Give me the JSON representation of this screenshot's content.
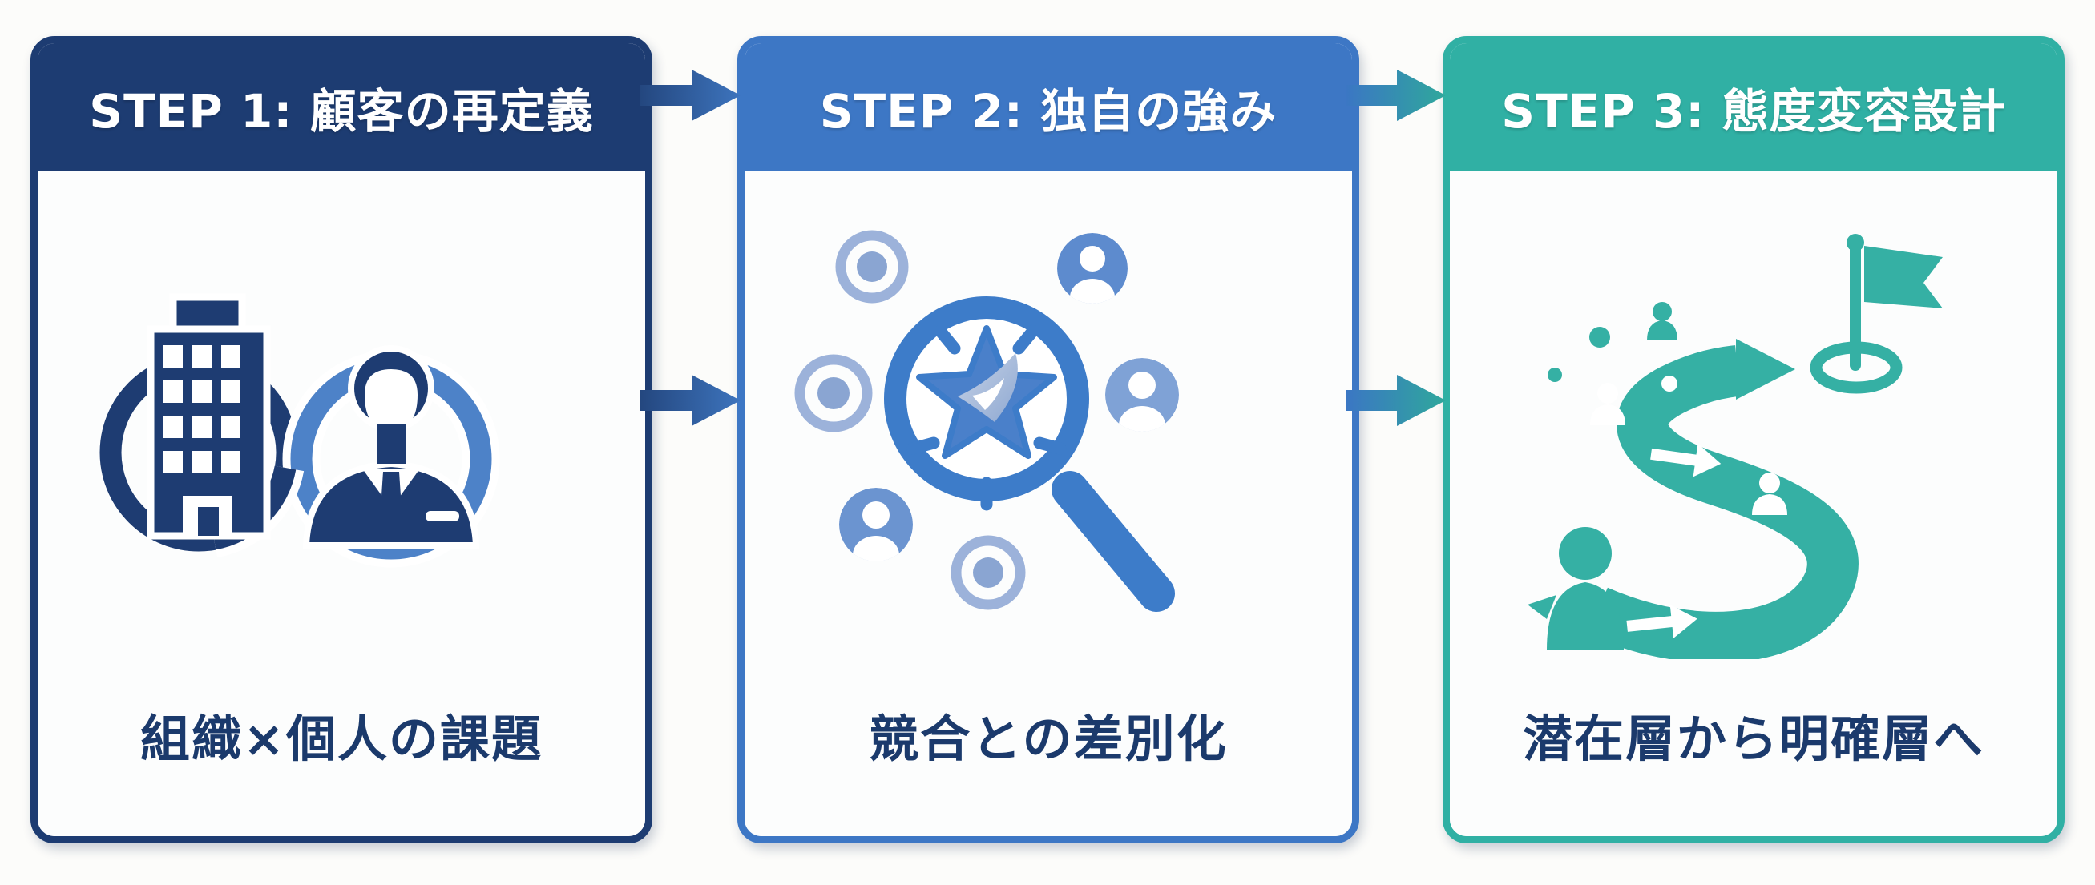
{
  "diagram": {
    "background_color": "#fcfcfa",
    "caption_color": "#1b3a6c",
    "steps": [
      {
        "title": "STEP 1: 顧客の再定義",
        "caption": "組織×個人の課題",
        "accent_color": "#1d3c72",
        "icon": "organization-individual-overlap-icon"
      },
      {
        "title": "STEP 2: 独自の強み",
        "caption": "競合との差別化",
        "accent_color": "#3d77c5",
        "icon": "magnifier-star-competitors-icon"
      },
      {
        "title": "STEP 3: 態度変容設計",
        "caption": "潜在層から明確層へ",
        "accent_color": "#30b0a4",
        "icon": "journey-path-goal-flag-icon"
      }
    ],
    "arrows": [
      {
        "from": "step-1",
        "to": "step-2",
        "position": "header",
        "colors": [
          "#24477f",
          "#3d74bd"
        ]
      },
      {
        "from": "step-1",
        "to": "step-2",
        "position": "middle",
        "colors": [
          "#24477f",
          "#3d74bd"
        ]
      },
      {
        "from": "step-2",
        "to": "step-3",
        "position": "header",
        "colors": [
          "#3b76c4",
          "#2fa89c"
        ]
      },
      {
        "from": "step-2",
        "to": "step-3",
        "position": "middle",
        "colors": [
          "#3b76c4",
          "#2fa89c"
        ]
      }
    ]
  }
}
